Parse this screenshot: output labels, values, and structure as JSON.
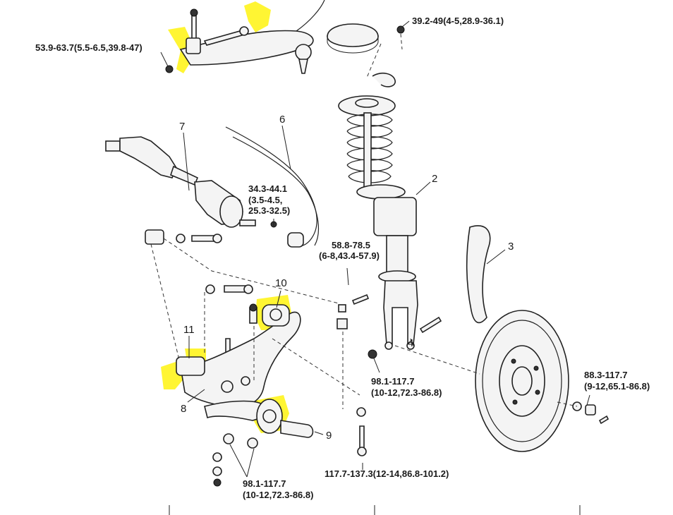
{
  "torque_specs": {
    "upper_arm_bolt": "53.9-63.7(5.5-6.5,39.8-47)",
    "strut_top_nut": "39.2-49(4-5,28.9-36.1)",
    "stabilizer_bracket_line1": "34.3-44.1",
    "stabilizer_bracket_line2": "(3.5-4.5,",
    "stabilizer_bracket_line3": "25.3-32.5)",
    "stabilizer_link_line1": "58.8-78.5",
    "stabilizer_link_line2": "(6-8,43.4-57.9)",
    "strut_knuckle_line1": "98.1-117.7",
    "strut_knuckle_line2": "(10-12,72.3-86.8)",
    "hub_nut_line1": "88.3-117.7",
    "hub_nut_line2": "(9-12,65.1-86.8)",
    "lower_arm_nut_line1": "98.1-117.7",
    "lower_arm_nut_line2": "(10-12,72.3-86.8)",
    "lower_arm_bolt": "117.7-137.3(12-14,86.8-101.2)"
  },
  "part_numbers": {
    "strut": "2",
    "knuckle": "3",
    "strut_fork": "4",
    "stabilizer_bar": "6",
    "drive_shaft": "7",
    "lower_arm": "8",
    "lower_bracket": "9",
    "front_bushing": "10",
    "rear_bushing": "11"
  },
  "highlight_color": "#fff200"
}
